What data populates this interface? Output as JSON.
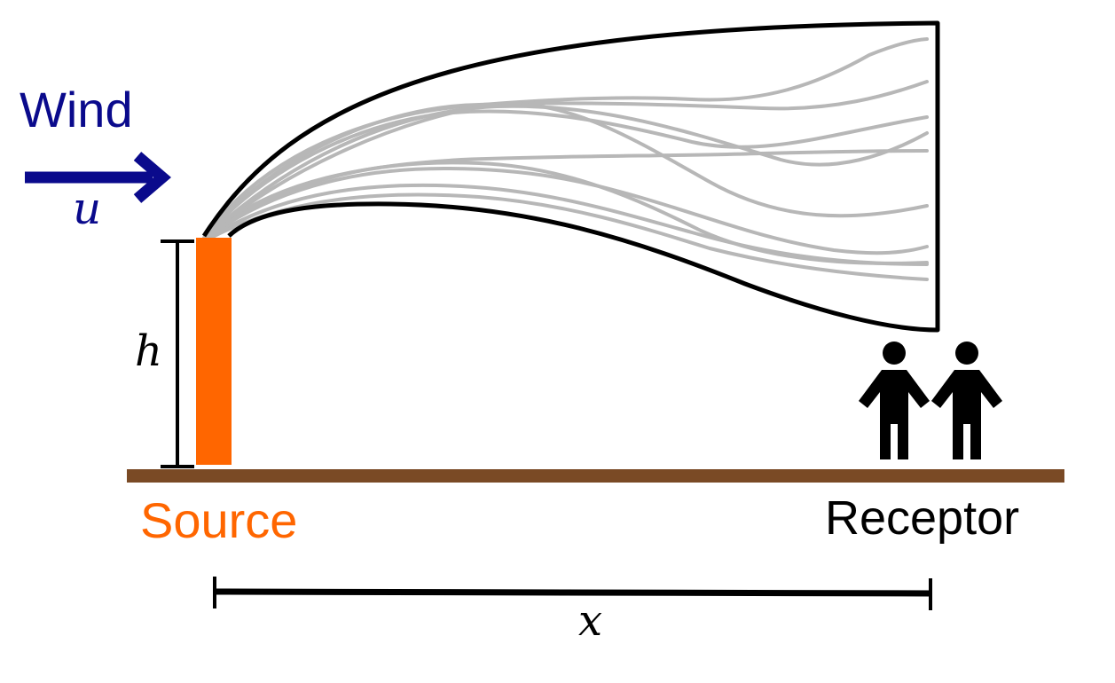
{
  "labels": {
    "wind": "Wind",
    "wind_speed_symbol": "u",
    "height_symbol": "h",
    "source": "Source",
    "receptor": "Receptor",
    "distance_symbol": "x"
  },
  "colors": {
    "wind": "#0a0a8c",
    "source": "#ff6600",
    "ground": "#7a4a25",
    "plume_outline": "#000000",
    "plume_trajectories": "#b4b4b4",
    "text": "#000000",
    "people": "#000000"
  },
  "icons": {
    "wind_direction": "arrow-right-icon",
    "receptor": "two-people-icon"
  }
}
